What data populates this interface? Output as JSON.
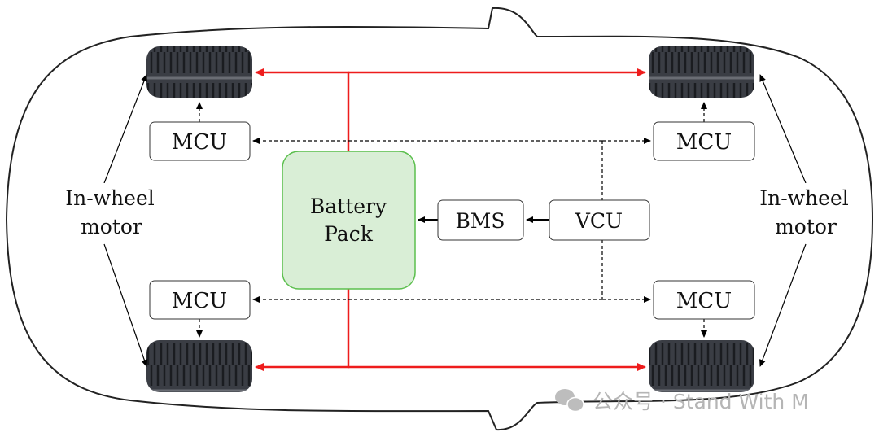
{
  "labels": {
    "mcu": "MCU",
    "battery_line1": "Battery",
    "battery_line2": "Pack",
    "bms": "BMS",
    "vcu": "VCU",
    "motor_line1": "In-wheel",
    "motor_line2": "motor"
  },
  "watermark": "公众号 · Stand With M",
  "colors": {
    "power_line": "#ee1c1c",
    "battery_fill": "#d9eed6",
    "battery_stroke": "#5cbf4e"
  }
}
